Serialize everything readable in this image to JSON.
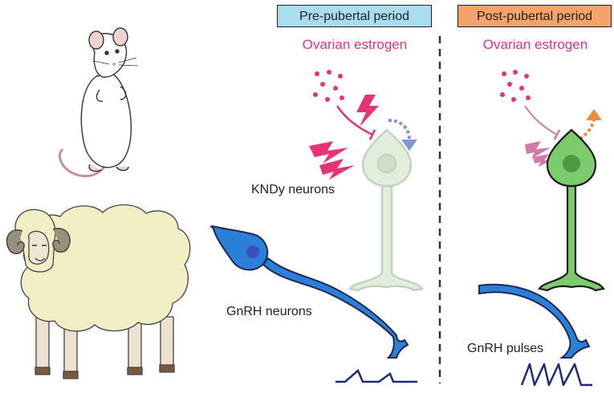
{
  "panels": {
    "pre": {
      "label": "Pre-pubertal period",
      "bg": "#a9dcef"
    },
    "post": {
      "label": "Post-pubertal period",
      "bg": "#f4a46a"
    }
  },
  "labels": {
    "estrogen_pre": "Ovarian estrogen",
    "estrogen_post": "Ovarian estrogen",
    "kndy": "KNDy neurons",
    "gnrh_neurons": "GnRH neurons",
    "gnrh_pulses": "GnRH pulses"
  },
  "colors": {
    "magenta": "#e5337a",
    "gnrh_blue": "#2b7fd6",
    "kndy_pale": "#e2eedc",
    "kndy_active": "#7ccb6c",
    "inhibit_arrow": "#7f97cf",
    "release_arrow": "#f08a3c",
    "pulse_line": "#1f2a7a"
  },
  "icons": [
    "rat-illustration",
    "sheep-illustration"
  ]
}
